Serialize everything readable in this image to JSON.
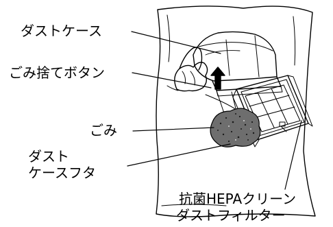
{
  "labels": {
    "dust_case": "ダストケース",
    "trash_button": "ごみ捨てボタン",
    "dust": "ごみ",
    "case_lid": [
      "ダスト",
      "ケースフタ"
    ],
    "hepa_filter": [
      "抗菌HEPAクリーン",
      "ダストフィルター"
    ]
  },
  "colors": {
    "line": "#000000",
    "background": "#ffffff",
    "dust_fill": "#6e6e6e"
  }
}
